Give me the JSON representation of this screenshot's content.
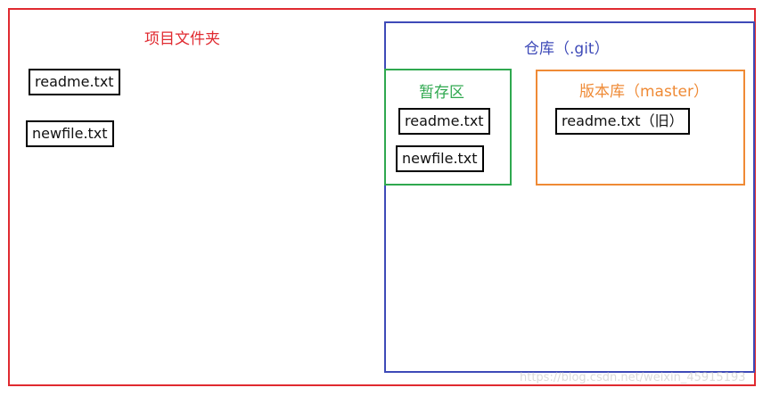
{
  "project": {
    "label": "项目文件夹",
    "color": "#e02a30",
    "files": [
      "readme.txt",
      "newfile.txt"
    ]
  },
  "repo": {
    "label": "仓库（.git）",
    "color": "#3e4ab8"
  },
  "stage": {
    "label": "暂存区",
    "color": "#2fa84f",
    "files": [
      "readme.txt",
      "newfile.txt"
    ]
  },
  "version": {
    "label": "版本库（master）",
    "color": "#ef8a35",
    "files": [
      "readme.txt（旧）"
    ]
  },
  "watermark": "https://blog.csdn.net/weixin_45915193"
}
